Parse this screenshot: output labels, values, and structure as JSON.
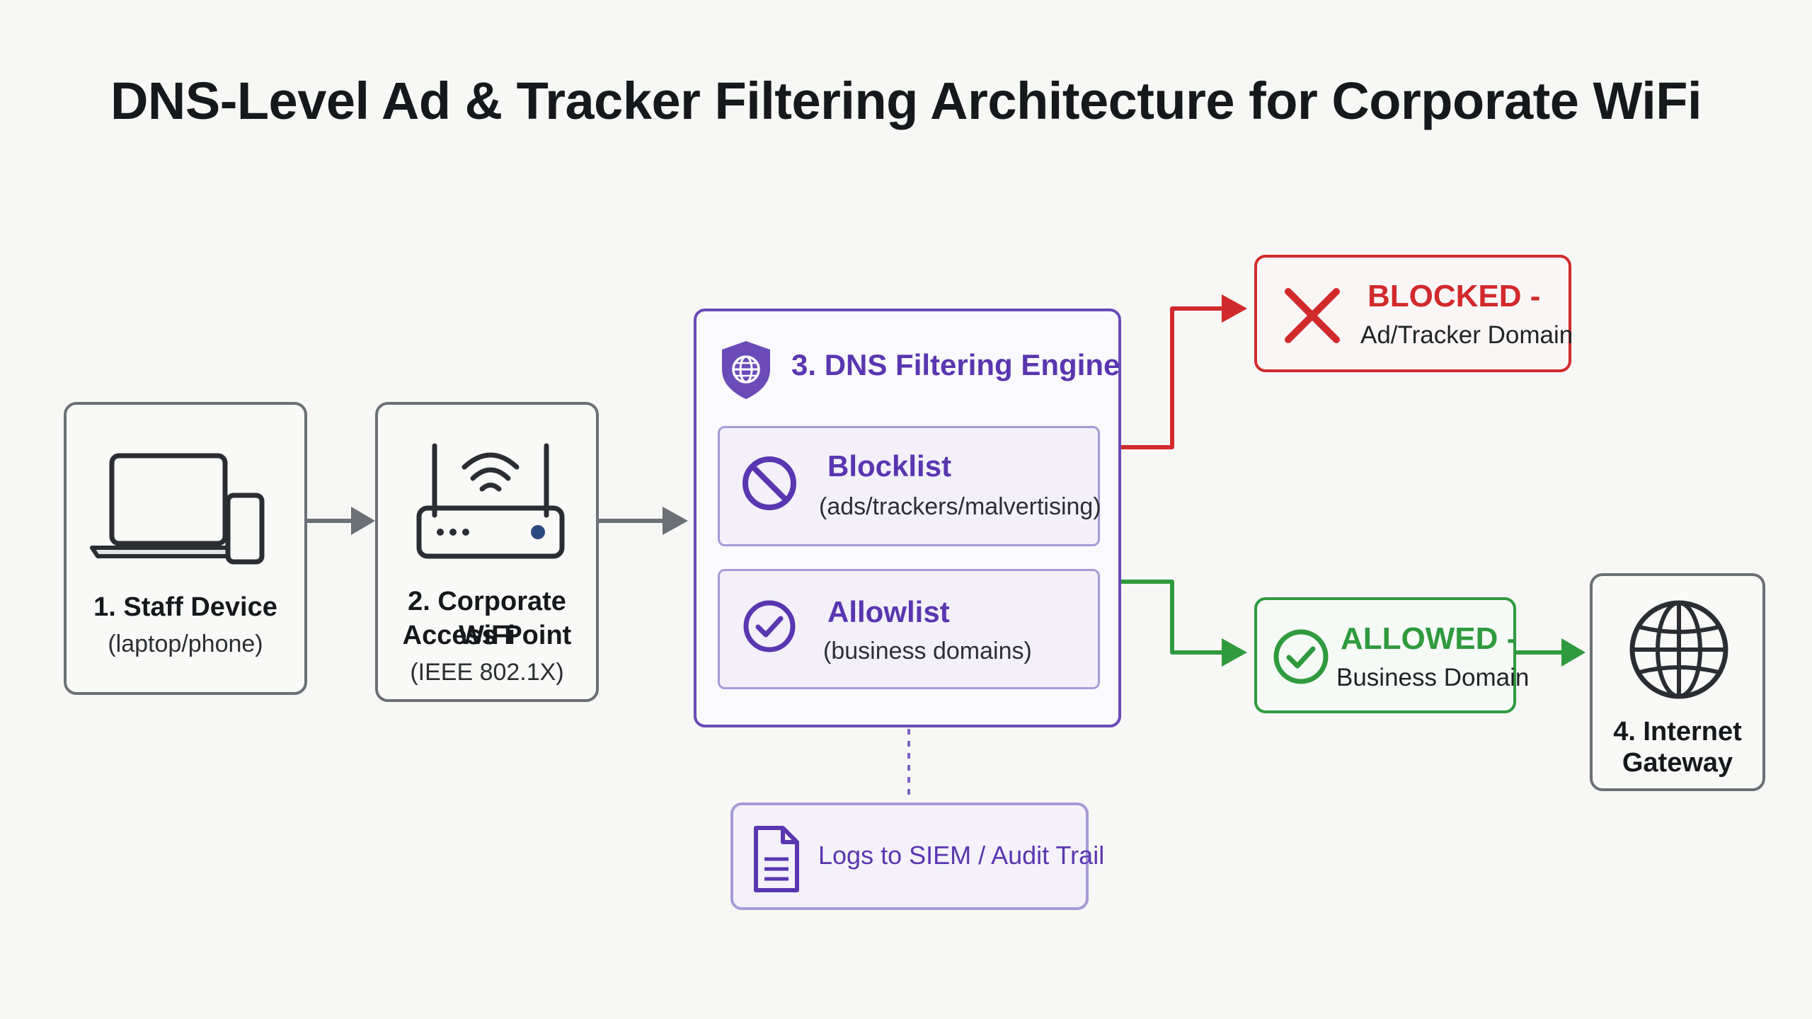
{
  "title": "DNS-Level Ad & Tracker Filtering Architecture for Corporate WiFi",
  "colors": {
    "neutral": "#6b7076",
    "purple": "#6a4bb8",
    "blocked": "#d12a2c",
    "allowed": "#2f9a3e"
  },
  "nodes": {
    "device": {
      "label": "1. Staff Device",
      "sub": "(laptop/phone)",
      "icon": "laptop-phone-icon"
    },
    "access_point": {
      "label_line1": "2. Corporate WiFi",
      "label_line2": "Access Point",
      "sub": "(IEEE 802.1X)",
      "icon": "wifi-router-icon"
    },
    "engine": {
      "label": "3. DNS Filtering Engine",
      "icon": "shield-globe-icon",
      "blocklist": {
        "label": "Blocklist",
        "sub": "(ads/trackers/malvertising)",
        "icon": "prohibited-icon"
      },
      "allowlist": {
        "label": "Allowlist",
        "sub": "(business domains)",
        "icon": "check-circle-icon"
      }
    },
    "blocked": {
      "label": "BLOCKED -",
      "sub": "Ad/Tracker Domain",
      "icon": "x-icon"
    },
    "allowed": {
      "label": "ALLOWED -",
      "sub": "Business Domain",
      "icon": "check-circle-icon"
    },
    "gateway": {
      "label_line1": "4. Internet",
      "label_line2": "Gateway",
      "icon": "globe-icon"
    },
    "logs": {
      "label": "Logs to SIEM / Audit Trail",
      "icon": "document-icon"
    }
  }
}
